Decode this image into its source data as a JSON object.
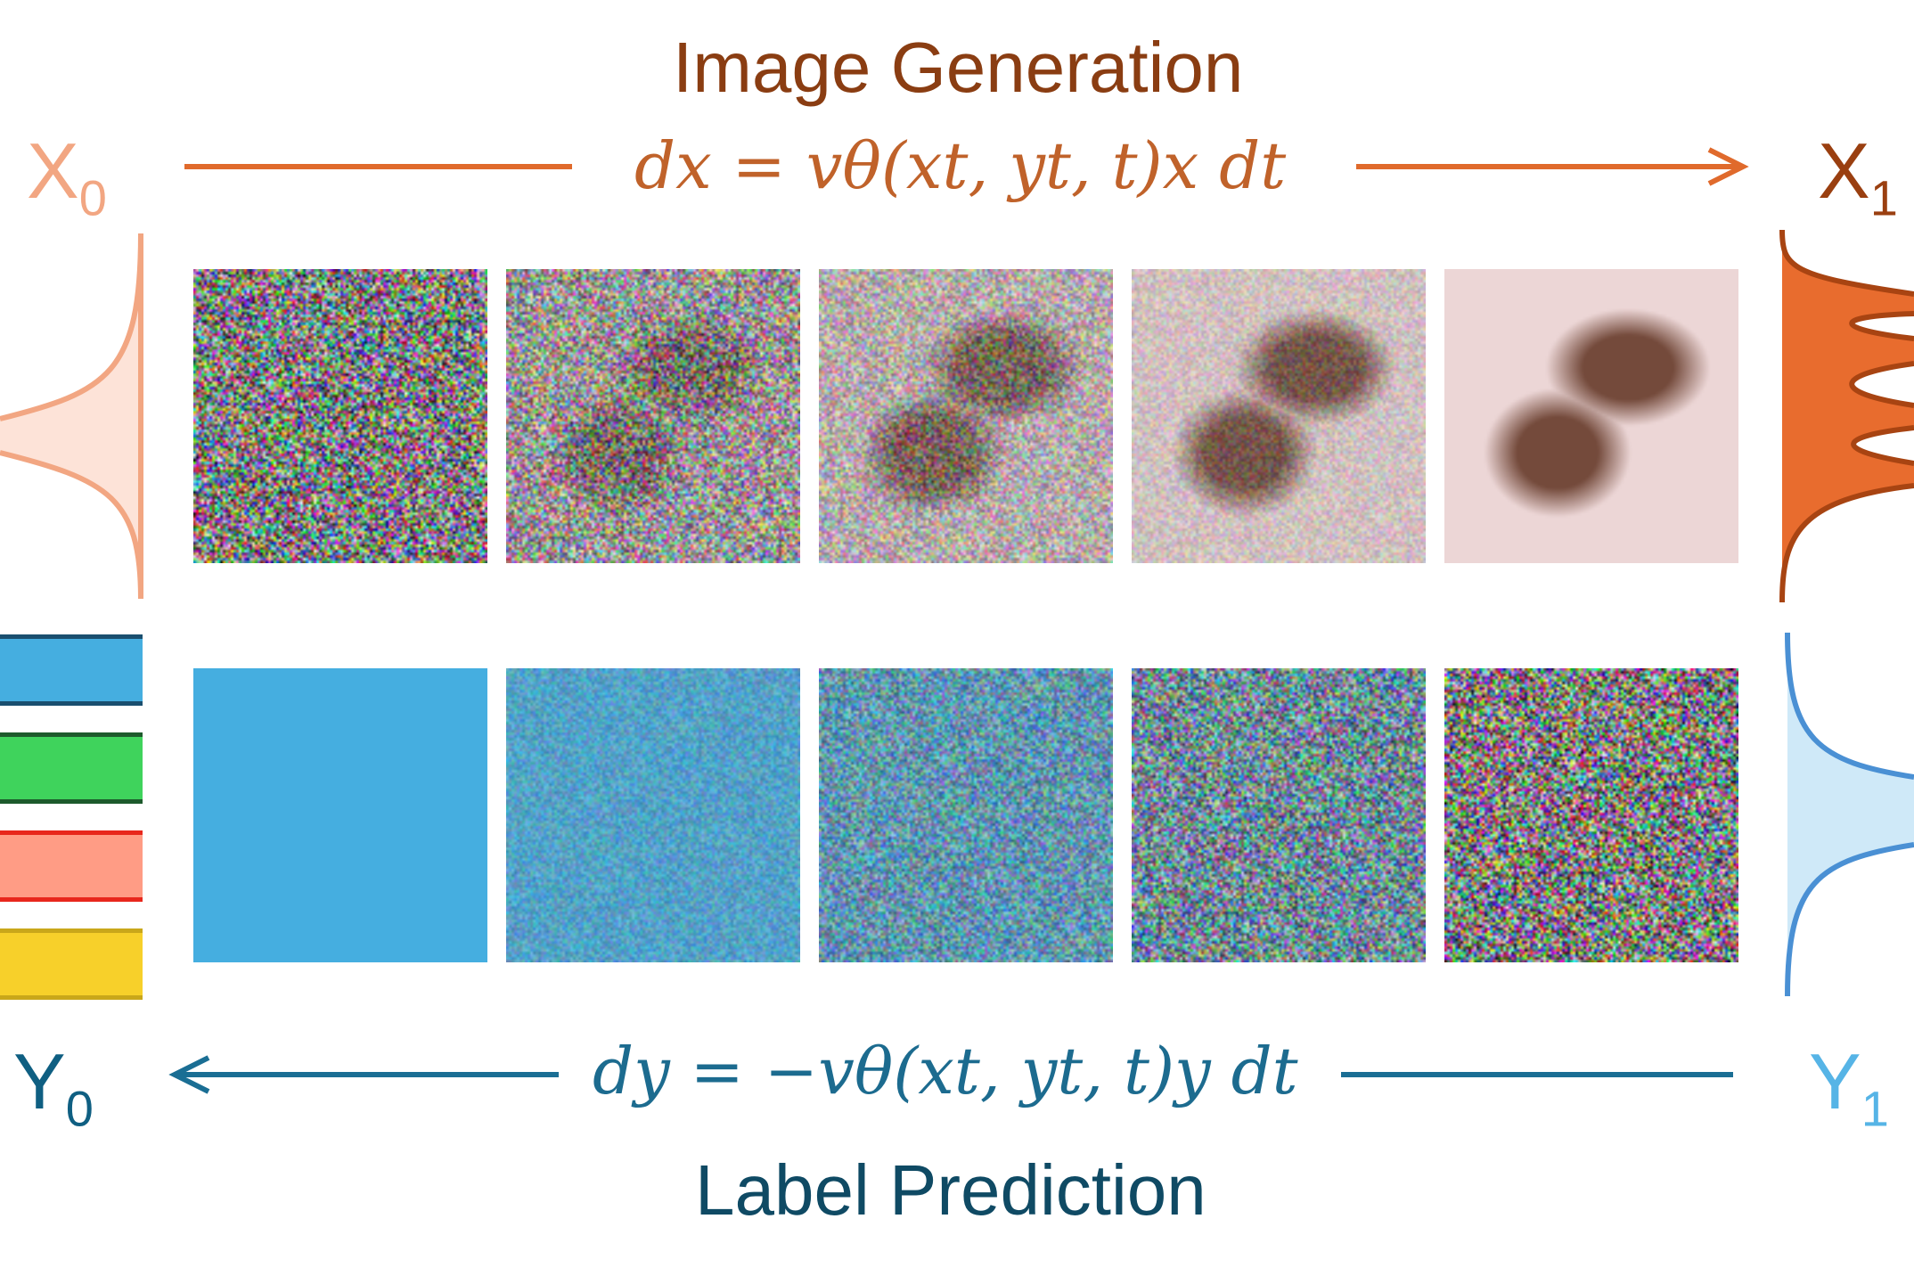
{
  "top": {
    "title": "Image Generation",
    "equation": "dx = vθ(xt, yt, t)x dt",
    "color": "#8a3d12",
    "eq_color": "#c0622a",
    "arrow_color": "#e06a2c"
  },
  "bottom": {
    "title": "Label Prediction",
    "equation": "dy = −vθ(xt, yt, t)y dt",
    "color": "#0f4a64",
    "eq_color": "#1c6b8f",
    "arrow_color": "#1a6e94"
  },
  "labels": {
    "x0": "X",
    "x0_sub": "0",
    "x1": "X",
    "x1_sub": "1",
    "y0": "Y",
    "y0_sub": "0",
    "y1": "Y",
    "y1_sub": "1"
  },
  "label_classes": [
    {
      "color": "#45aee0"
    },
    {
      "color": "#3fd35c"
    },
    {
      "color": "#ff9c85"
    },
    {
      "color": "#f7d02a"
    }
  ],
  "image_row": {
    "description_steps": [
      0.0,
      0.25,
      0.5,
      0.75,
      1.0
    ]
  },
  "label_row": {
    "label_color": "#45aee0",
    "description_steps": [
      0.0,
      0.25,
      0.5,
      0.75,
      1.0
    ]
  }
}
